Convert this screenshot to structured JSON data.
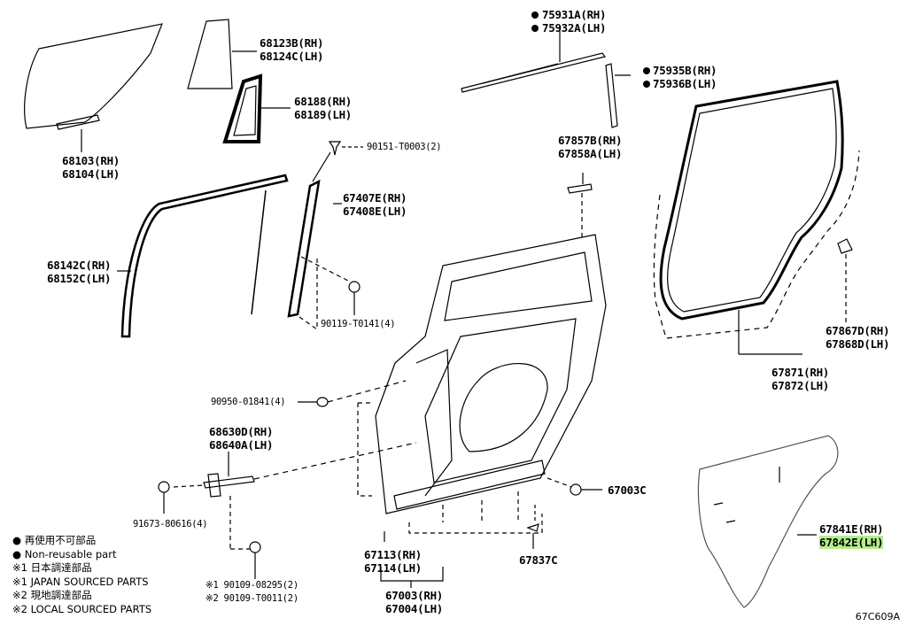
{
  "parts": {
    "glass": [
      "68103(RH)",
      "68104(LH)"
    ],
    "quarter_glass": [
      "68123B(RH)",
      "68124C(LH)"
    ],
    "quarter_weatherstrip": [
      "68188(RH)",
      "68189(LH)"
    ],
    "screw_top": "90151-T0003(2)",
    "belt_moulding": [
      "75931A(RH)",
      "75932A(LH)"
    ],
    "frame_moulding": [
      "75935B(RH)",
      "75936B(LH)"
    ],
    "hinge_bracket": [
      "67857B(RH)",
      "67858A(LH)"
    ],
    "rear_channel": [
      "67407E(RH)",
      "67408E(LH)"
    ],
    "run_channel": [
      "68142C(RH)",
      "68152C(LH)"
    ],
    "bolt_channel": "90119-T0141(4)",
    "clip_weather": [
      "67867D(RH)",
      "67868D(LH)"
    ],
    "weatherstrip": [
      "67871(RH)",
      "67872(LH)"
    ],
    "plug": "90950-01841(4)",
    "check_assy": [
      "68630D(RH)",
      "68640A(LH)"
    ],
    "plug_small": "67003C",
    "bolt_check": "91673-80616(4)",
    "service_hole_cover": [
      "67841E(RH)",
      "67842E(LH)"
    ],
    "panel_sub": [
      "67113(RH)",
      "67114(LH)"
    ],
    "clip_bottom": "67837C",
    "bolt_hinge": [
      "※1 90109-08295(2)",
      "※2 90109-T0011(2)"
    ],
    "door_panel": [
      "67003(RH)",
      "67004(LH)"
    ]
  },
  "legend": [
    "● 再使用不可部品",
    "● Non-reusable part",
    "※1 日本調達部品",
    "※1 JAPAN SOURCED PARTS",
    "※2 現地調達部品",
    "※2 LOCAL SOURCED PARTS"
  ],
  "reference": "67C609A",
  "colors": {
    "highlight": "#b6ec8c",
    "line": "#000000"
  }
}
